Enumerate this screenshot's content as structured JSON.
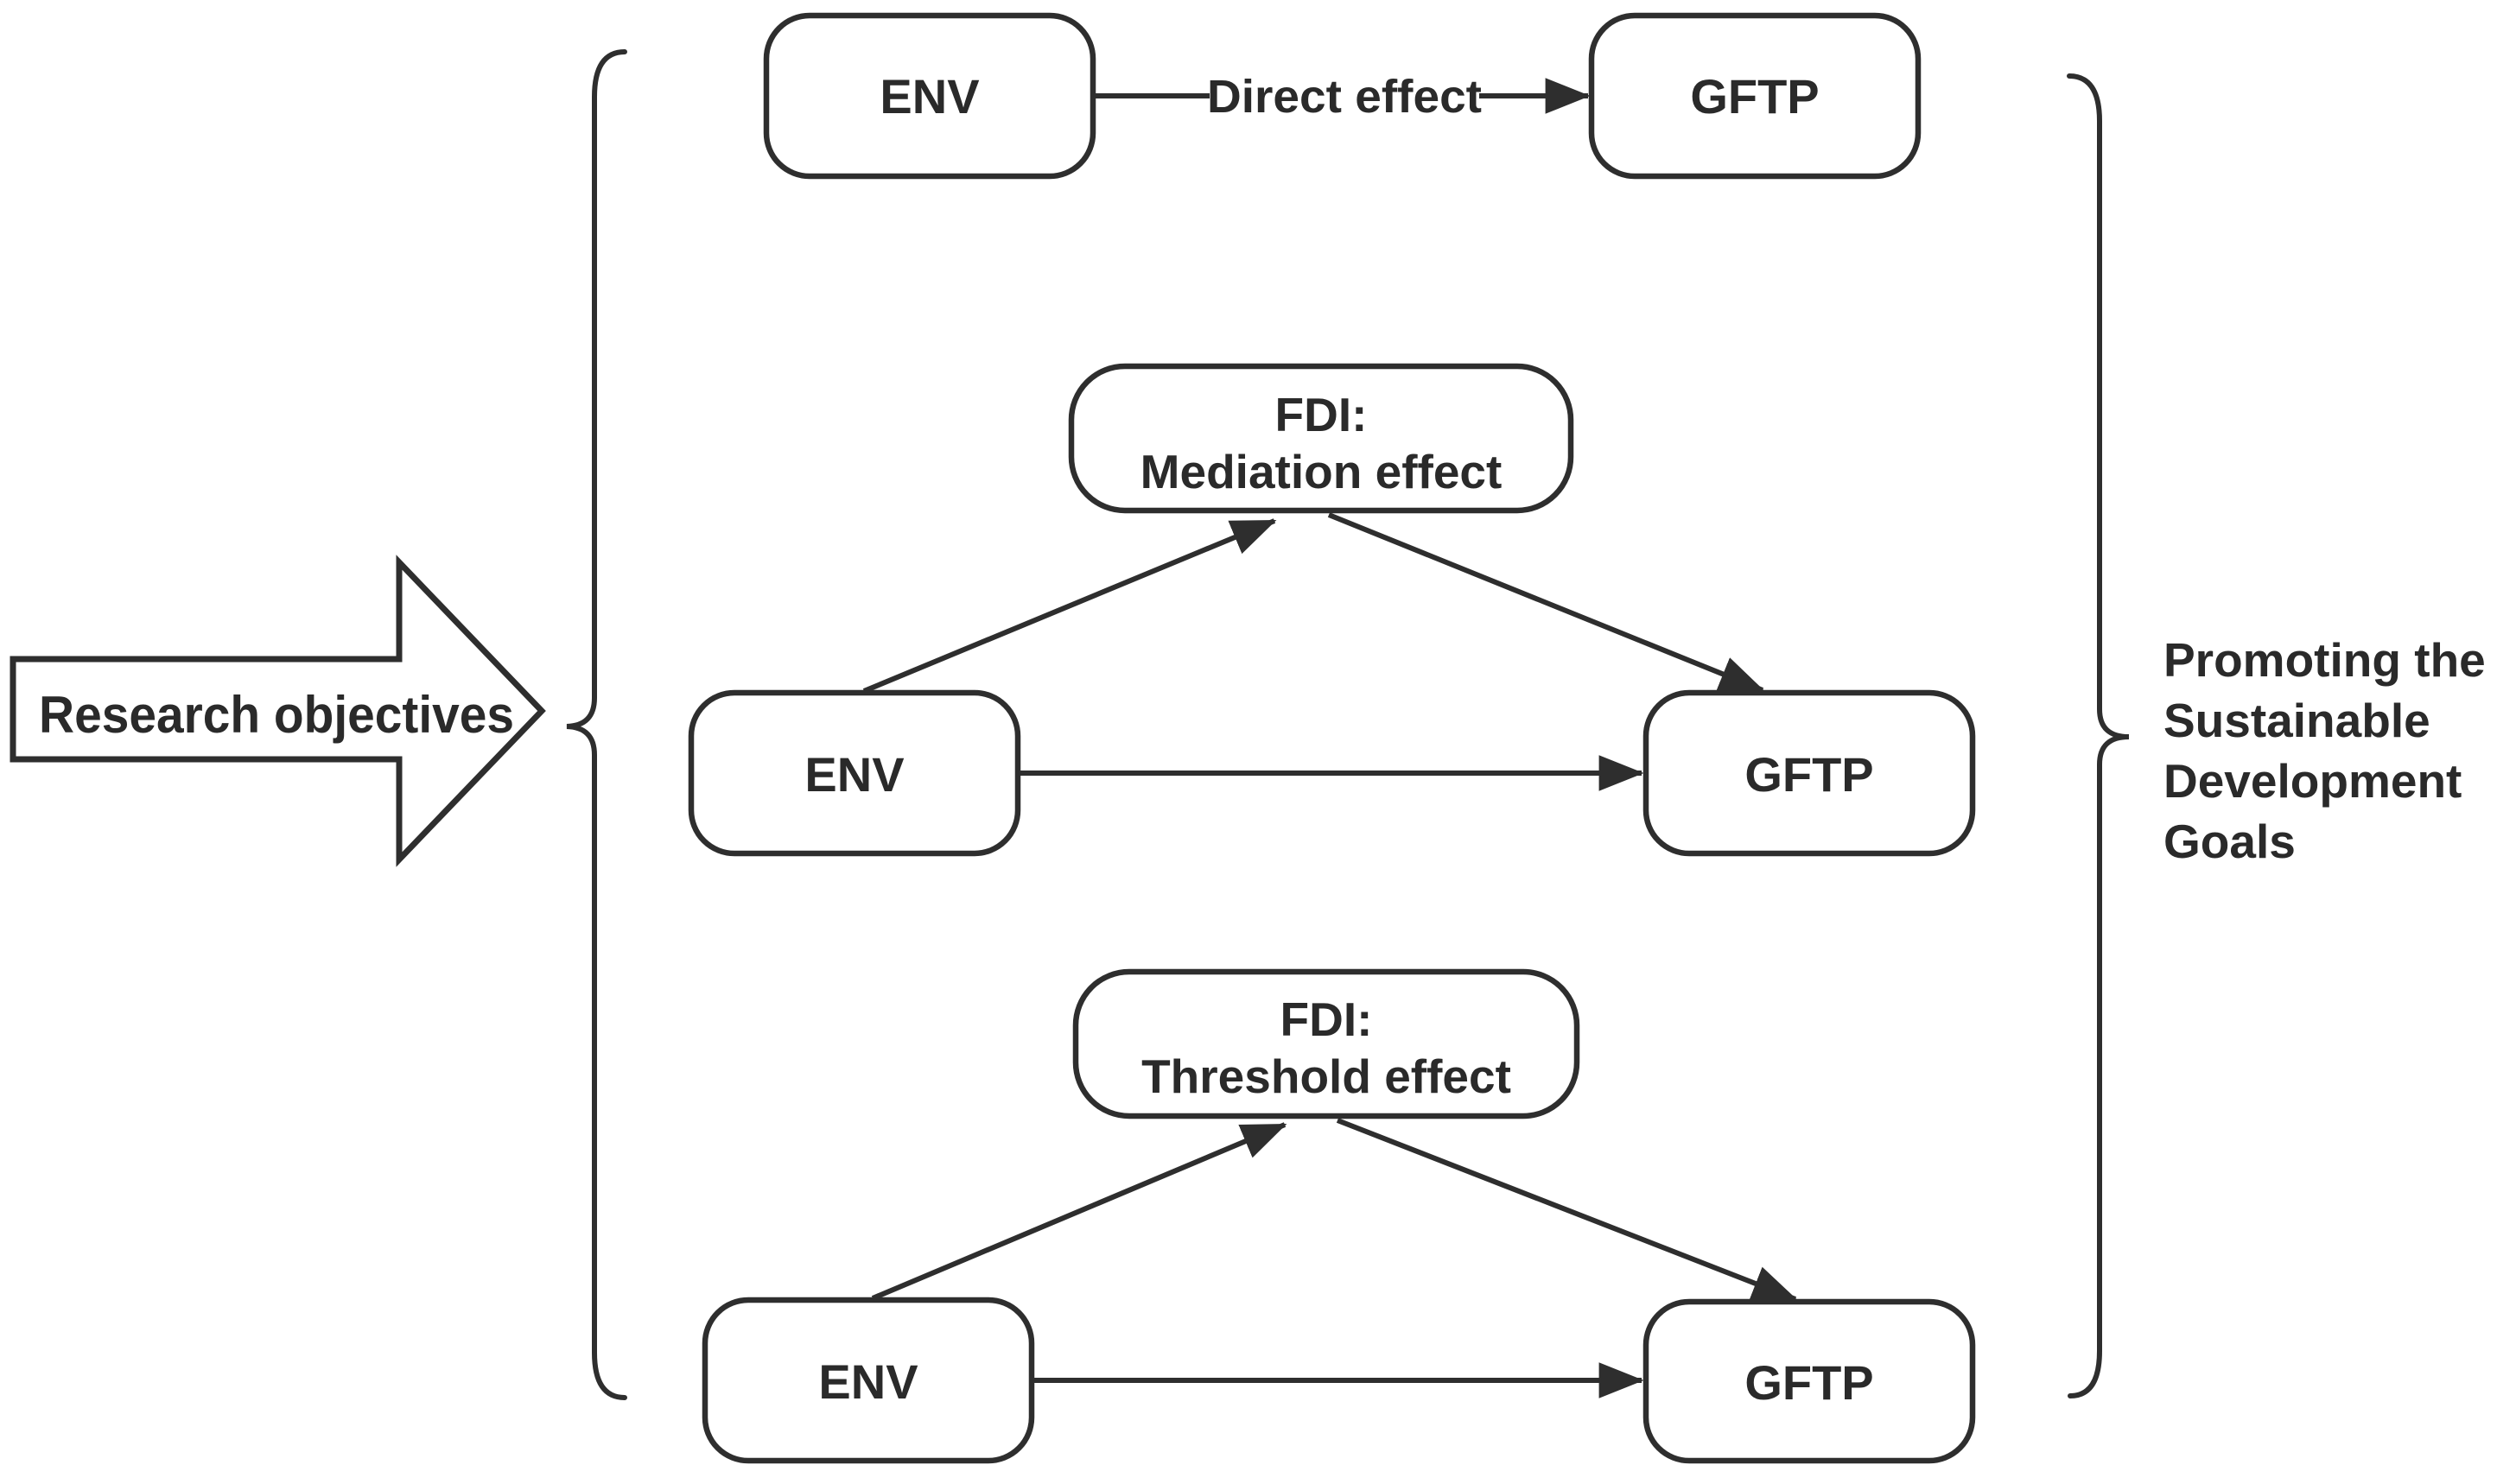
{
  "colors": {
    "background": "#ffffff",
    "line": "#2e2e2e",
    "text": "#2a2a2a"
  },
  "source_arrow": {
    "label": "Research objectives"
  },
  "outcome_note": {
    "line1": "Promoting the",
    "line2": "Sustainable",
    "line3": "Development",
    "line4": "Goals"
  },
  "diagrams": {
    "direct": {
      "env_label": "ENV",
      "gftp_label": "GFTP",
      "edge_label": "Direct effect"
    },
    "mediation": {
      "env_label": "ENV",
      "gftp_label": "GFTP",
      "mediator_line1": "FDI:",
      "mediator_line2": "Mediation effect"
    },
    "threshold": {
      "env_label": "ENV",
      "gftp_label": "GFTP",
      "mediator_line1": "FDI:",
      "mediator_line2": "Threshold effect"
    }
  }
}
